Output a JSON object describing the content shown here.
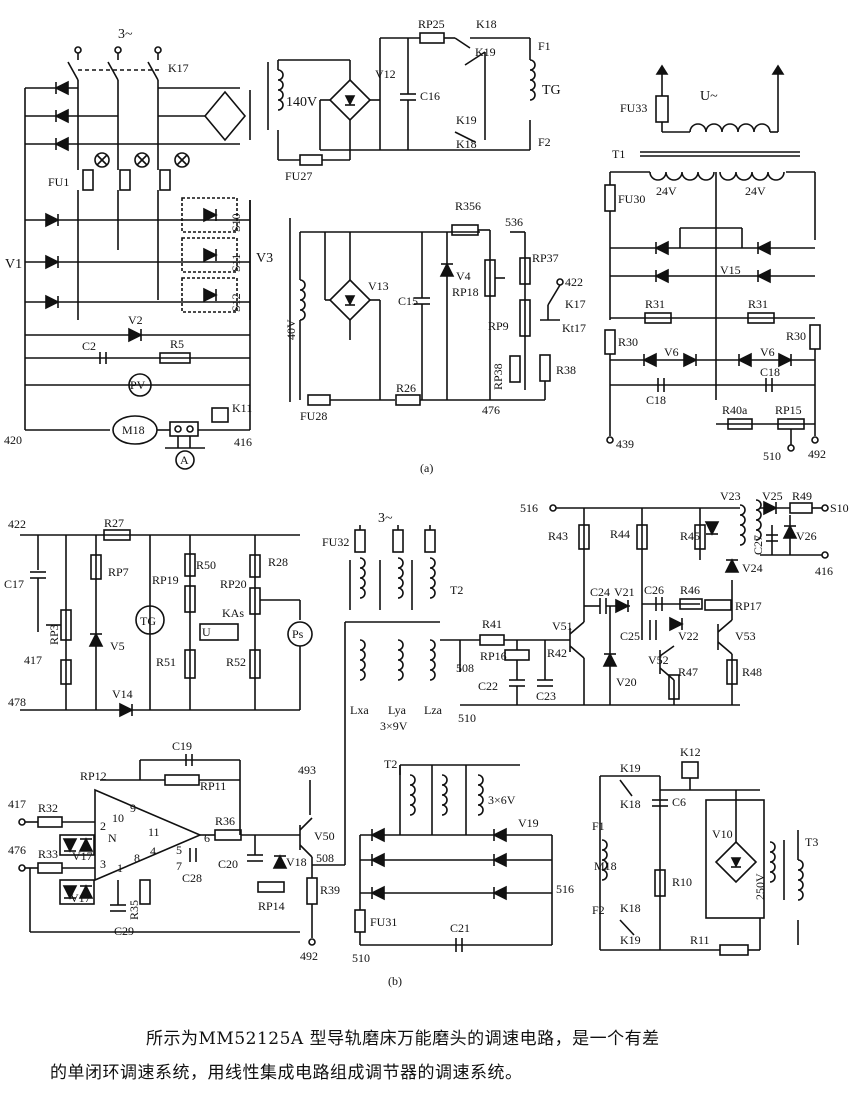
{
  "labels": {
    "p3": "3~",
    "k17": "K17",
    "fu1": "FU1",
    "v1": "V1",
    "v3": "V3",
    "s10": "S10",
    "s11": "S11",
    "s12": "S12",
    "v2": "V2",
    "c2": "C2",
    "r5": "R5",
    "pv": "PV",
    "m18": "M18",
    "a": "A",
    "k11": "K11",
    "n420": "420",
    "n416": "416",
    "v140": "140V",
    "v12": "V12",
    "c16": "C16",
    "rp25": "RP25",
    "k18": "K18",
    "k19": "K19",
    "f1": "F1",
    "f2": "F2",
    "tg": "TG",
    "fu27": "FU27",
    "r356": "R356",
    "n536": "536",
    "rp37": "RP37",
    "n422": "422",
    "v4": "V4",
    "rp18": "RP18",
    "kt17": "Kt17",
    "v13": "V13",
    "c15": "C15",
    "v40": "40V",
    "rp9": "RP9",
    "rp38": "RP38",
    "r38": "R38",
    "r26": "R26",
    "fu28": "FU28",
    "n476": "476",
    "u": "U~",
    "fu33": "FU33",
    "t1": "T1",
    "v24": "24V",
    "fu30": "FU30",
    "v15": "V15",
    "r31": "R31",
    "r30": "R30",
    "v6": "V6",
    "c18": "C18",
    "r40a": "R40a",
    "rp15": "RP15",
    "n439": "439",
    "n510": "510",
    "n492": "492",
    "cap_a": "(a)",
    "n417": "417",
    "n478": "478",
    "c17": "C17",
    "r27": "R27",
    "rp7": "RP7",
    "rp3": "RP3",
    "v5": "V5",
    "v14": "V14",
    "r50": "R50",
    "rp19": "RP19",
    "r51": "R51",
    "rp20": "RP20",
    "ka": "KAs",
    "r28": "R28",
    "r52": "R52",
    "ps": "Ps",
    "fu32": "FU32",
    "t2": "T2",
    "lxa": "Lxa",
    "lya": "Lya",
    "lza": "Lza",
    "v3x9": "3×9V",
    "n516": "516",
    "r43": "R43",
    "r44": "R44",
    "r45": "R45",
    "v23": "V23",
    "v25": "V25",
    "r49": "R49",
    "ns10": "S10",
    "v26": "V26",
    "c27": "C27",
    "v24d": "V24",
    "c24": "C24",
    "v21": "V21",
    "c26": "C26",
    "r46": "R46",
    "rp17": "RP17",
    "c25": "C25",
    "v22": "V22",
    "v53": "V53",
    "r41": "R41",
    "v51": "V51",
    "rp16": "RP16",
    "r42": "R42",
    "n508": "508",
    "c22": "C22",
    "c23": "C23",
    "v20": "V20",
    "v52": "V52",
    "r47": "R47",
    "r48": "R48",
    "c19": "C19",
    "rp12": "RP12",
    "rp11": "RP11",
    "n493": "493",
    "r32": "R32",
    "r33": "R33",
    "v17": "V17",
    "n": "N",
    "r36": "R36",
    "v50": "V50",
    "c28": "C28",
    "c20": "C20",
    "v18": "V18",
    "r35": "R35",
    "c29": "C29",
    "rp14": "RP14",
    "r39": "R39",
    "v3x6": "3×6V",
    "v19": "V19",
    "fu31": "FU31",
    "c21": "C21",
    "k12": "K12",
    "c6": "C6",
    "r10": "R10",
    "r11": "R11",
    "v10": "V10",
    "v250": "250V",
    "t3": "T3",
    "pin10": "10",
    "pin9": "9",
    "pin11": "11",
    "pin2": "2",
    "pin3": "3",
    "pin1": "1",
    "pin8": "8",
    "pin4": "4",
    "pin6": "6",
    "pin5": "5",
    "pin7": "7",
    "cap_b": "(b)"
  },
  "caption": {
    "line1": "所示为MM52125A 型导轨磨床万能磨头的调速电路，是一个有差",
    "line2": "的单闭环调速系统，用线性集成电路组成调节器的调速系统。"
  }
}
